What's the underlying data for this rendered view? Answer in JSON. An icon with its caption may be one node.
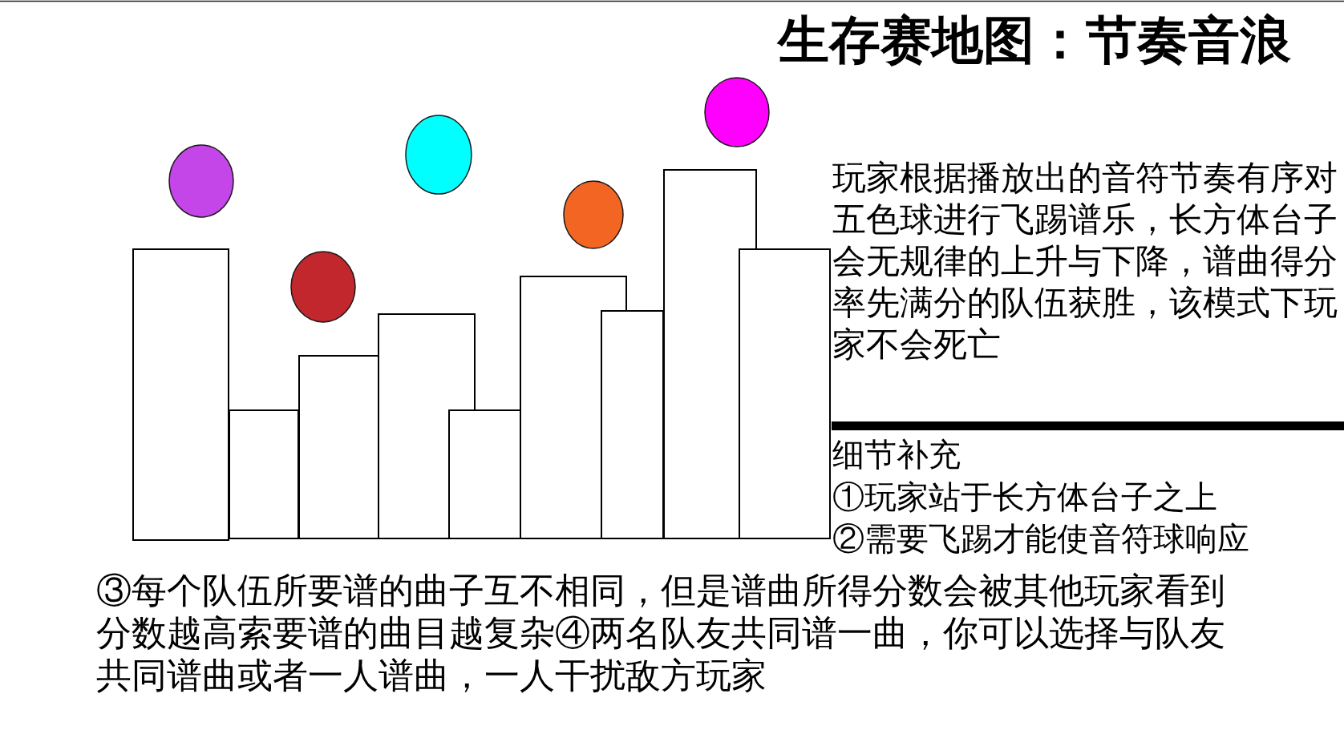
{
  "diagram": {
    "title": "生存赛地图：节奏音浪",
    "nodes": [
      {
        "text": [],
        "shape": "box"
      },
      {
        "text": [],
        "shape": "box"
      },
      {
        "text": [],
        "shape": "box"
      },
      {
        "text": [],
        "shape": "box"
      },
      {
        "text": [],
        "shape": "box"
      },
      {
        "text": [],
        "shape": "box"
      },
      {
        "text": [],
        "shape": "box"
      },
      {
        "text": [],
        "shape": "box"
      },
      {
        "text": [],
        "shape": "box"
      },
      {
        "text": [],
        "shape": "circle"
      },
      {
        "text": [],
        "shape": "circle"
      },
      {
        "text": [],
        "shape": "circle"
      },
      {
        "text": [],
        "shape": "circle"
      },
      {
        "text": [],
        "shape": "circle"
      }
    ],
    "labels": [
      "玩家根据播放出的音符节奏有序对五色球进行飞踢谱乐，长方体台子会无规律的上升与下降，谱曲得分率先满分的队伍获胜，该模式下玩家不会死亡",
      "细节补充",
      "①玩家站于长方体台子之上",
      "②需要飞踢才能使音符球响应",
      "③每个队伍所要谱的曲子互不相同，但是谱曲所得分数会被其他玩家看到分数越高索要谱的曲目越复杂④两名队友共同谱一曲，你可以选择与队友共同谱曲或者一人谱曲，一人干扰敌方玩家"
    ]
  }
}
